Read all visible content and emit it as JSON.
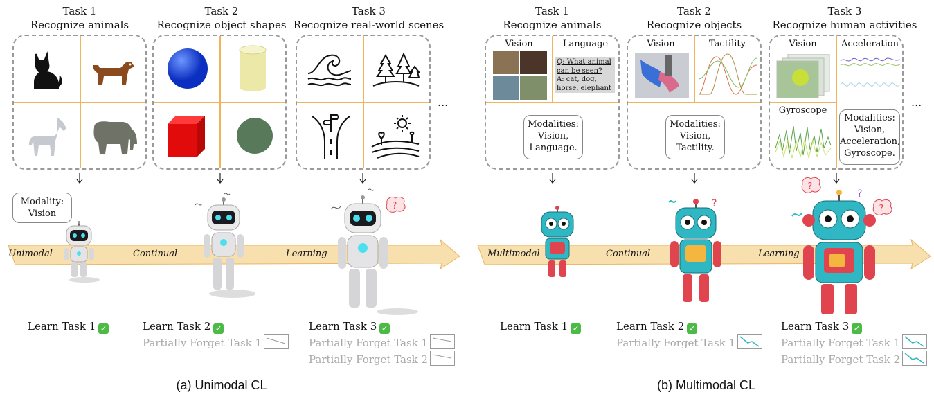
{
  "unimodal": {
    "tasks": [
      {
        "label": "Task 1",
        "desc": "Recognize animals"
      },
      {
        "label": "Task 2",
        "desc": "Recognize object shapes"
      },
      {
        "label": "Task 3",
        "desc": "Recognize real-world scenes"
      }
    ],
    "modality_box": [
      "Modality:",
      "Vision"
    ],
    "arrow_words": [
      "Unimodal",
      "Continual",
      "Learning"
    ],
    "results": {
      "t1": "Learn Task 1",
      "t2": "Learn Task 2",
      "t2_forget": "Partially Forget Task 1",
      "t3": "Learn Task 3",
      "t3_forget1": "Partially Forget Task 1",
      "t3_forget2": "Partially Forget Task 2"
    },
    "caption": "(a) Unimodal CL"
  },
  "multimodal": {
    "tasks": [
      {
        "label": "Task 1",
        "desc": "Recognize animals"
      },
      {
        "label": "Task 2",
        "desc": "Recognize objects"
      },
      {
        "label": "Task 3",
        "desc": "Recognize human activities"
      }
    ],
    "t1_cells": {
      "vision": "Vision",
      "language": "Language",
      "qa": [
        "Q: What animal",
        "can be seen?",
        "A: cat, dog,",
        "horse, elephant"
      ]
    },
    "t1_box": [
      "Modalities:",
      "Vision,",
      "Language."
    ],
    "t2_cells": {
      "vision": "Vision",
      "tactility": "Tactility"
    },
    "t2_box": [
      "Modalities:",
      "Vision,",
      "Tactility."
    ],
    "t3_cells": {
      "vision": "Vision",
      "acceleration": "Acceleration",
      "gyroscope": "Gyroscope"
    },
    "t3_box": [
      "Modalities:",
      "Vision,",
      "Acceleration,",
      "Gyroscope."
    ],
    "arrow_words": [
      "Multimodal",
      "Continual",
      "Learning"
    ],
    "results": {
      "t1": "Learn Task 1",
      "t2": "Learn Task 2",
      "t2_forget": "Partially Forget Task 1",
      "t3": "Learn Task 3",
      "t3_forget1": "Partially Forget Task 1",
      "t3_forget2": "Partially Forget Task 2"
    },
    "caption": "(b) Multimodal CL"
  },
  "ellipsis": "...",
  "colors": {
    "accent_line": "#f0b55a",
    "arrow_fill": "#f7dfae",
    "check_green": "#4cbb45",
    "forget_gray": "#a8a8a8",
    "robot_teal": "#2fb7c4",
    "robot_red": "#e0454f"
  },
  "icons": [
    "cat-icon",
    "dog-icon",
    "horse-icon",
    "elephant-icon",
    "sphere-icon",
    "cylinder-icon",
    "cube-icon",
    "ball-icon",
    "wave-icon",
    "forest-icon",
    "road-icon",
    "field-icon",
    "robot-icon",
    "check-icon",
    "forgetting-curve-icon",
    "question-bubble-icon"
  ]
}
